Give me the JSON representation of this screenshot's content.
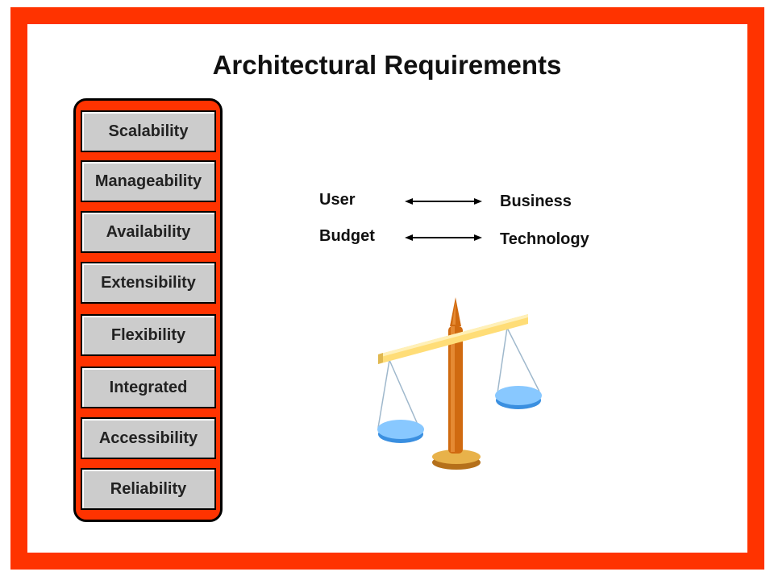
{
  "slide": {
    "title": "Architectural Requirements"
  },
  "requirements": [
    {
      "label": "Scalability"
    },
    {
      "label": "Manageability"
    },
    {
      "label": "Availability"
    },
    {
      "label": "Extensibility"
    },
    {
      "label": "Flexibility"
    },
    {
      "label": "Integrated"
    },
    {
      "label": "Accessibility"
    },
    {
      "label": "Reliability"
    }
  ],
  "tradeoffs": [
    {
      "left": "User",
      "right": "Business"
    },
    {
      "left": "Budget",
      "right": "Technology"
    }
  ],
  "colors": {
    "frame": "#ff3300",
    "box_fill": "#cccccc",
    "scale_beam": "#ffdd77",
    "scale_post": "#d06a10",
    "pan": "#66bbff"
  },
  "icons": {
    "balance": "balance-scale-icon",
    "arrow": "double-arrow-icon"
  }
}
